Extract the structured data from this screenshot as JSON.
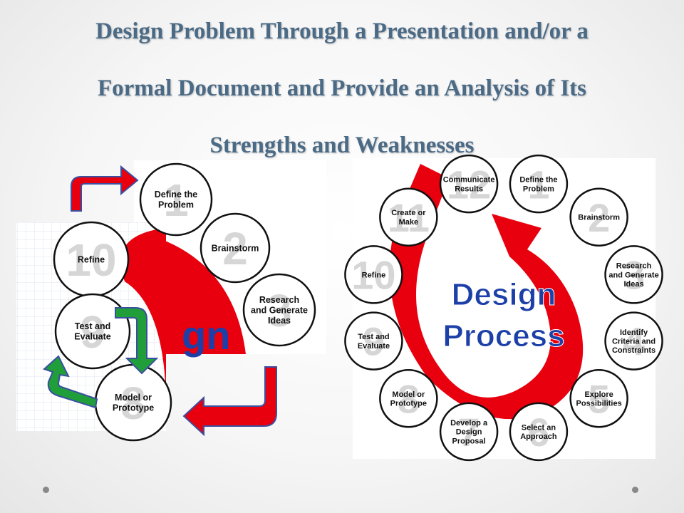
{
  "title_lines": [
    "Design Problem Through a Presentation and/or a",
    "Formal Document and Provide an Analysis of Its",
    "Strengths and Weaknesses"
  ],
  "colors": {
    "title": "#4a6a86",
    "arrow_red": "#e8000e",
    "arrow_blue_outline": "#3b4fa0",
    "arrow_green": "#1f9e3a",
    "text_blue": "#1c3fa8"
  },
  "left_diagram": {
    "steps": [
      {
        "num": "1",
        "label": [
          "Define the",
          "Problem"
        ]
      },
      {
        "num": "2",
        "label": [
          "Brainstorm"
        ]
      },
      {
        "num": "3",
        "label": [
          "Research",
          "and Generate",
          "Ideas"
        ]
      },
      {
        "num": "10",
        "label": [
          "Refine"
        ]
      },
      {
        "num": "9",
        "label": [
          "Test and",
          "Evaluate"
        ]
      },
      {
        "num": "8",
        "label": [
          "Model or",
          "Prototype"
        ]
      }
    ],
    "partial_heading": "gn"
  },
  "right_diagram": {
    "heading_lines": [
      "Design",
      "Process"
    ],
    "steps": [
      {
        "num": "1",
        "label": [
          "Define the",
          "Problem"
        ]
      },
      {
        "num": "2",
        "label": [
          "Brainstorm"
        ]
      },
      {
        "num": "3",
        "label": [
          "Research",
          "and Generate",
          "Ideas"
        ]
      },
      {
        "num": "4",
        "label": [
          "Identify",
          "Criteria and",
          "Constraints"
        ]
      },
      {
        "num": "5",
        "label": [
          "Explore",
          "Possibilities"
        ]
      },
      {
        "num": "6",
        "label": [
          "Select an",
          "Approach"
        ]
      },
      {
        "num": "7",
        "label": [
          "Develop a",
          "Design",
          "Proposal"
        ]
      },
      {
        "num": "8",
        "label": [
          "Model or",
          "Prototype"
        ]
      },
      {
        "num": "9",
        "label": [
          "Test and",
          "Evaluate"
        ]
      },
      {
        "num": "10",
        "label": [
          "Refine"
        ]
      },
      {
        "num": "11",
        "label": [
          "Create or",
          "Make"
        ]
      },
      {
        "num": "12",
        "label": [
          "Communicate",
          "Results"
        ]
      }
    ]
  }
}
